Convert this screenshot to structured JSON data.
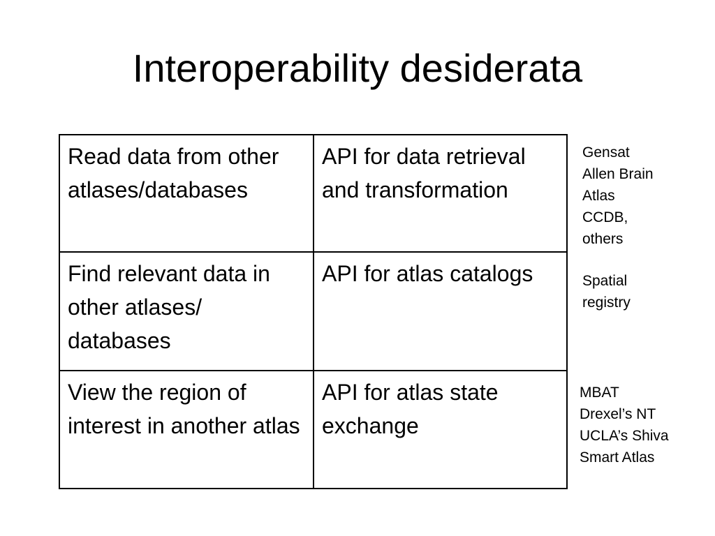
{
  "slide": {
    "title": "Interoperability desiderata"
  },
  "table": {
    "rows": [
      {
        "need": "Read data from other atlases/databases",
        "api": "API for data retrieval and transformation"
      },
      {
        "need": "Find relevant data in other atlases/ databases",
        "api": "API for atlas catalogs"
      },
      {
        "need": "View the region of interest in another atlas",
        "api": "API for atlas state exchange"
      }
    ]
  },
  "side_notes": {
    "data_sources": [
      "Gensat",
      "Allen Brain",
      "Atlas",
      "CCDB,",
      "others"
    ],
    "catalog": [
      "Spatial",
      "registry"
    ],
    "state_exchange": [
      "MBAT",
      "Drexel’s NT",
      "UCLA’s Shiva",
      "Smart Atlas"
    ]
  }
}
